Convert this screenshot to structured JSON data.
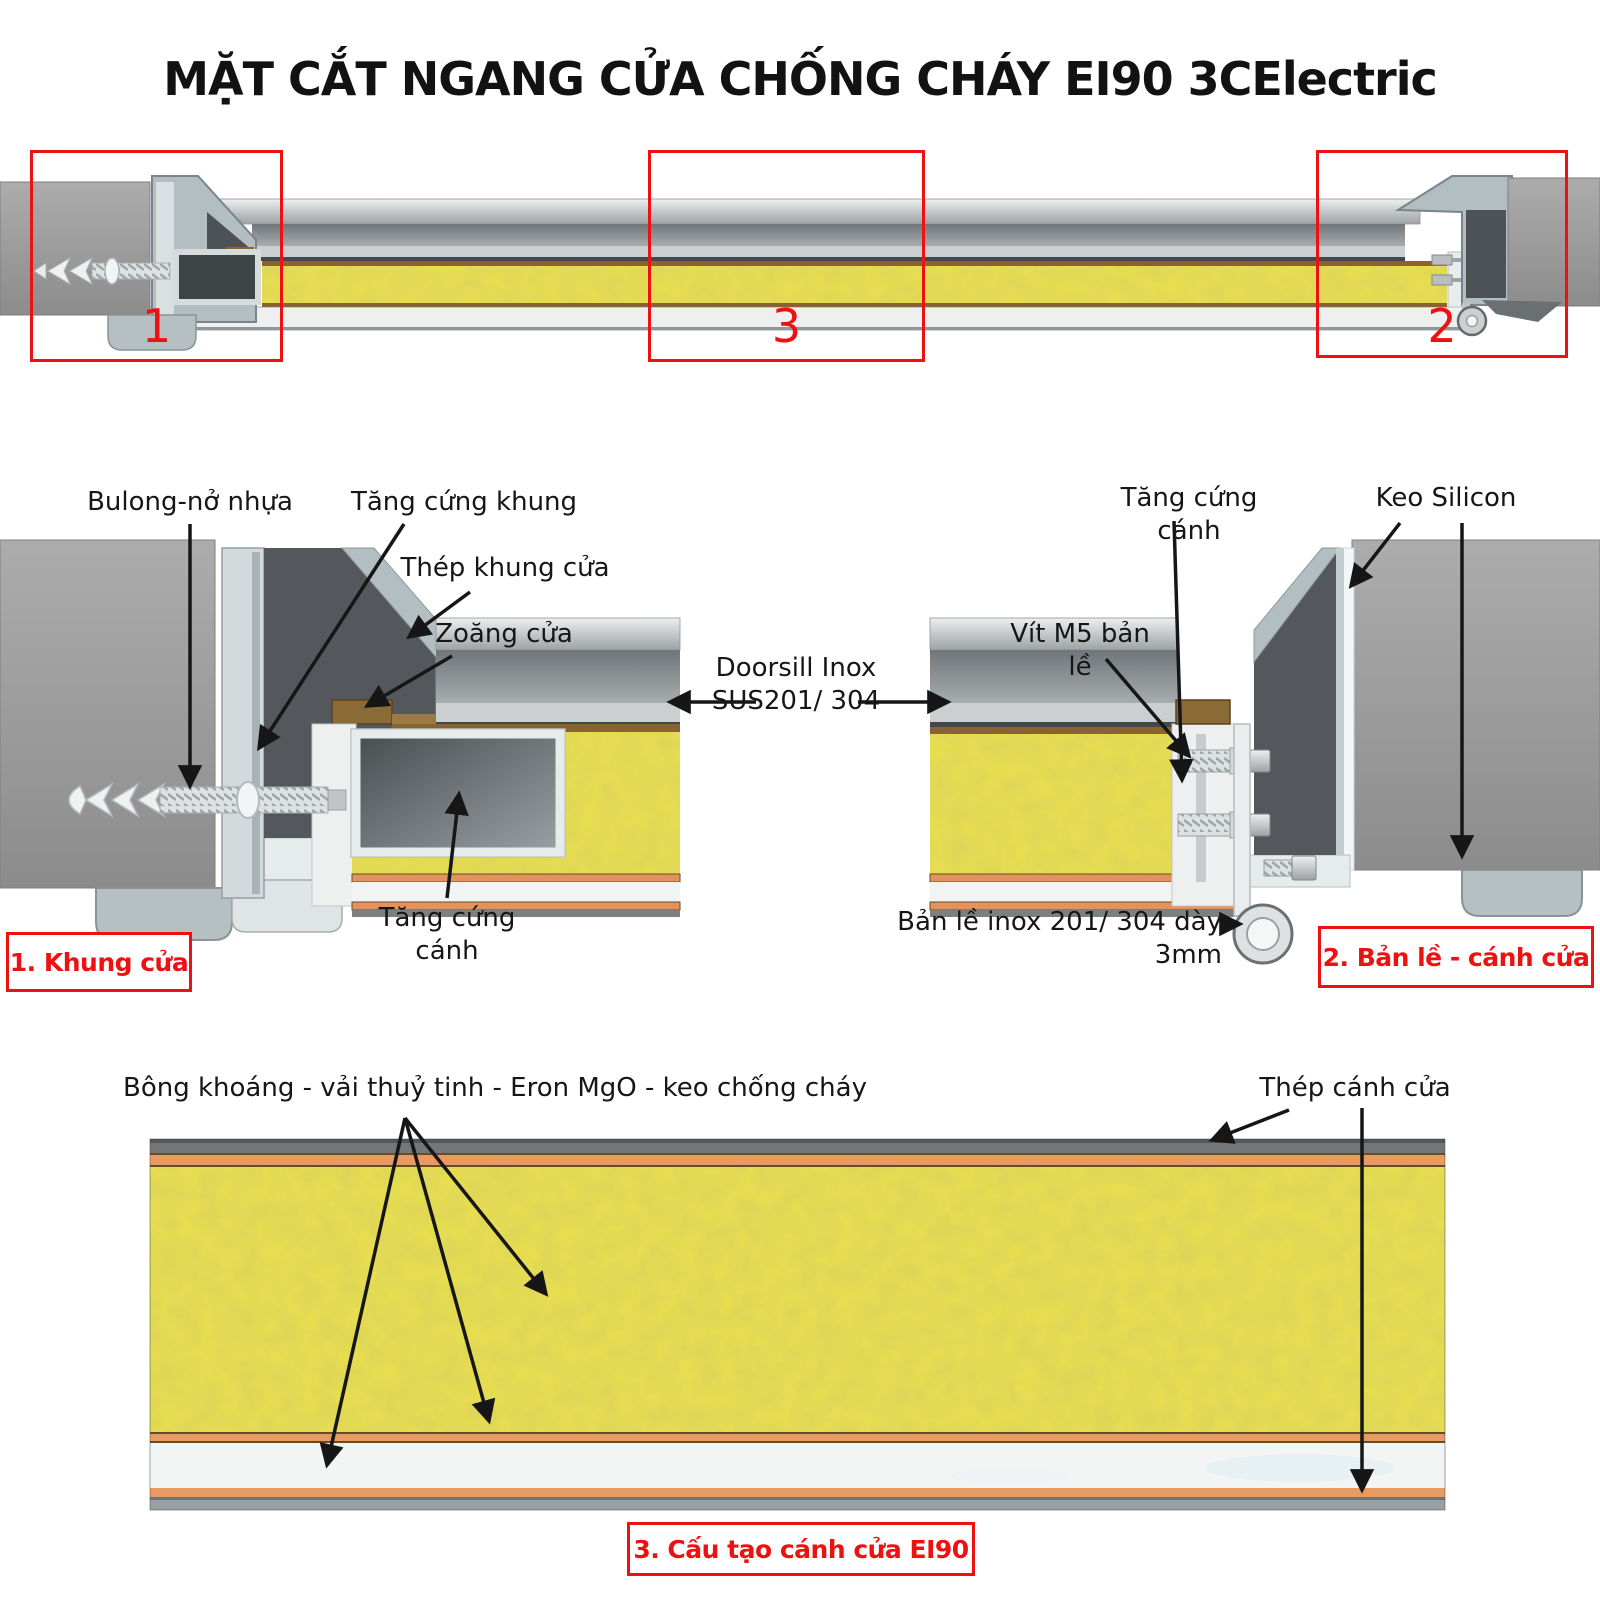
{
  "title": "MẶT CẮT NGANG CỬA CHỐNG CHÁY EI90 3CElectric",
  "colors": {
    "annotation_red": "#ee1111",
    "insulation_yellow": "#e9e04e",
    "sheet_orange": "#e89a63",
    "steel_gray": "#8f9598",
    "frame_gray": "#b2bec2",
    "text_black": "#161616"
  },
  "top_view": {
    "marker_left": "1",
    "marker_middle": "3",
    "marker_right": "2"
  },
  "detail_frame": {
    "caption": "1. Khung cửa",
    "label_anchor_bolt": "Bulong-nở nhựa",
    "label_frame_stiffener": "Tăng cứng khung",
    "label_frame_steel": "Thép khung cửa",
    "label_gasket": "Zoăng cửa",
    "label_leaf_stiffener": "Tăng cứng cánh"
  },
  "detail_hinge": {
    "caption": "2. Bản lề - cánh cửa",
    "label_leaf_stiffener": "Tăng cứng cánh",
    "label_silicon": "Keo Silicon",
    "label_hinge_screw": "Vít M5 bản lề",
    "label_hinge": "Bản lề inox 201/ 304 dày 3mm"
  },
  "doorsill": {
    "line1": "Doorsill Inox",
    "line2": "SUS201/ 304"
  },
  "leaf_section": {
    "caption": "3. Cấu tạo cánh cửa EI90",
    "label_core": "Bông khoáng - vải thuỷ tinh - Eron MgO - keo chống cháy",
    "label_steel": "Thép cánh cửa"
  }
}
